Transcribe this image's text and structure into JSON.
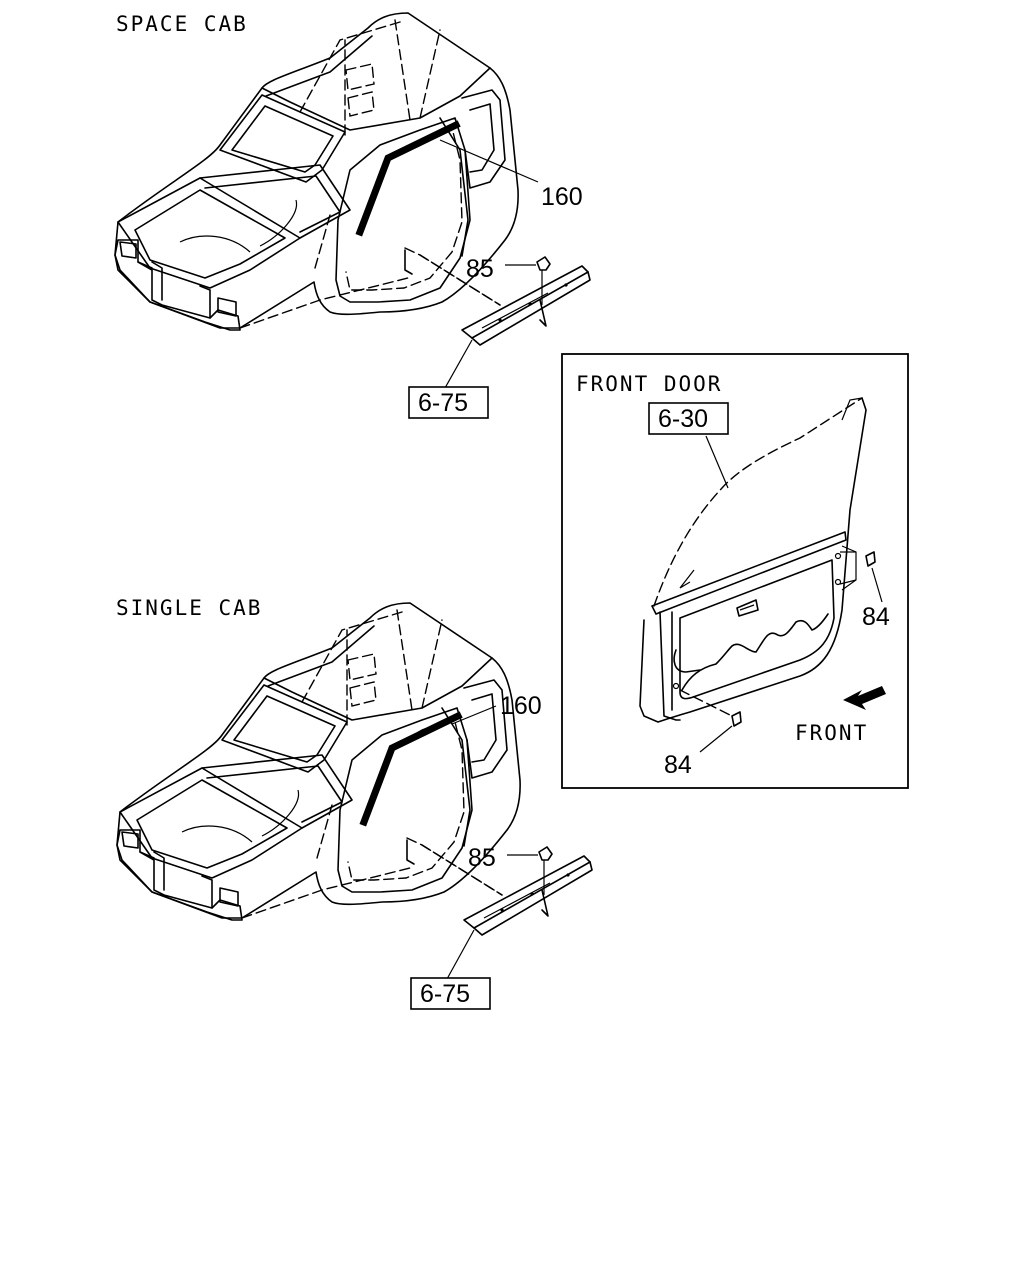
{
  "space_cab": {
    "title": "SPACE CAB",
    "callout_strip": "160",
    "callout_clip": "85",
    "ref_sill": "6-75"
  },
  "single_cab": {
    "title": "SINGLE CAB",
    "callout_strip": "160",
    "callout_clip": "85",
    "ref_sill": "6-75"
  },
  "front_door": {
    "title": "FRONT DOOR",
    "ref_door": "6-30",
    "callout_clip_upper": "84",
    "callout_clip_lower": "84",
    "direction_label": "FRONT"
  },
  "icons": {
    "front_arrow": "arrow-down-left-icon"
  }
}
